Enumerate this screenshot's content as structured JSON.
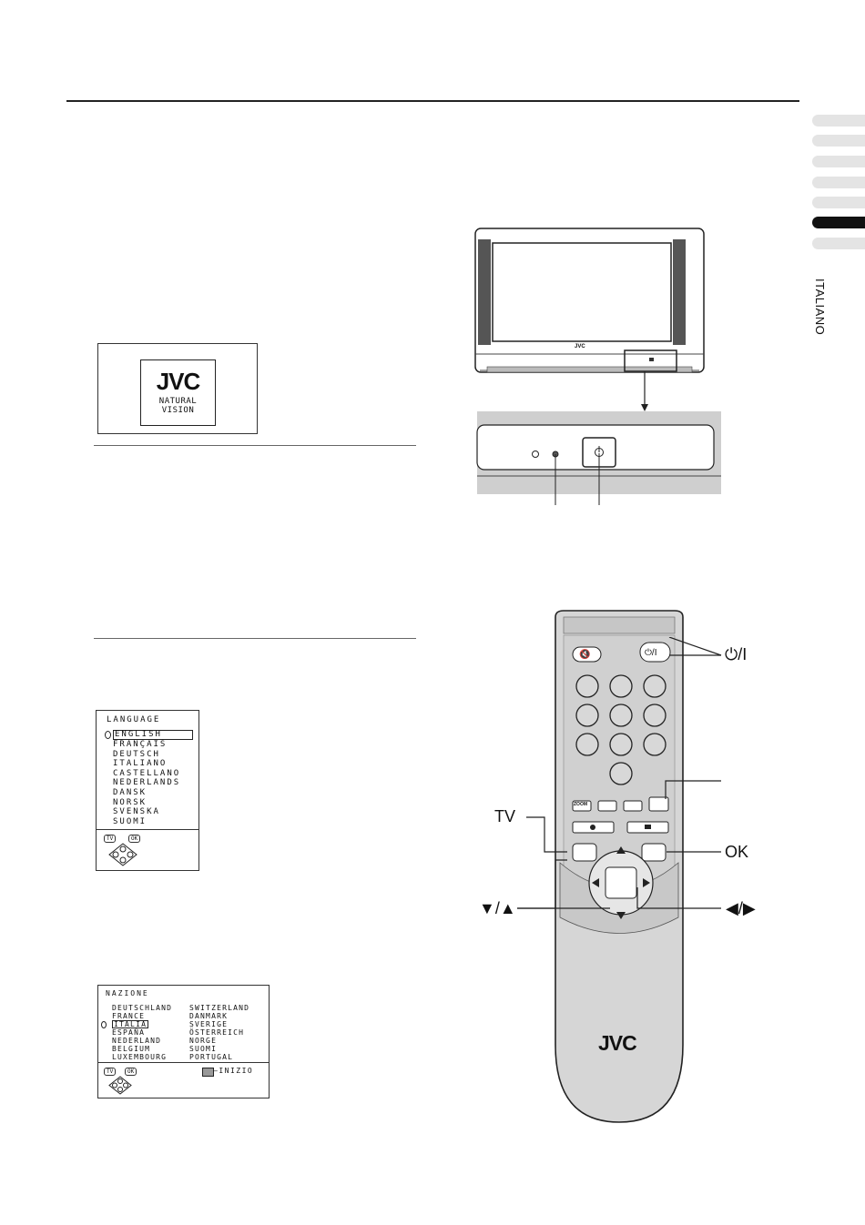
{
  "side_nav": {
    "language_label": "ITALIANO",
    "tabs": [
      "",
      "",
      "",
      "",
      "",
      "active",
      ""
    ]
  },
  "logo_screen": {
    "brand": "JVC",
    "tagline": "NATURAL VISION"
  },
  "tv": {
    "brand": "JVC"
  },
  "language_menu": {
    "title": "LANGUAGE",
    "items": [
      "ENGLISH",
      "FRANÇAIS",
      "DEUTSCH",
      "ITALIANO",
      "CASTELLANO",
      "NEDERLANDS",
      "DANSK",
      "NORSK",
      "SVENSKA",
      "SUOMI"
    ],
    "selected": "ENGLISH",
    "key_tv": "TV",
    "key_ok": "OK"
  },
  "country_menu": {
    "title": "NAZIONE",
    "col1": [
      "DEUTSCHLAND",
      "FRANCE",
      "ITALIA",
      "ESPAÑA",
      "NEDERLAND",
      "BELGIUM",
      "LUXEMBOURG"
    ],
    "col2": [
      "SWITZERLAND",
      "DANMARK",
      "SVERIGE",
      "ÖSTERREICH",
      "NORGE",
      "SUOMI",
      "PORTUGAL"
    ],
    "selected": "ITALIA",
    "key_tv": "TV",
    "key_ok": "OK",
    "start_label": "INIZIO"
  },
  "remote": {
    "brand": "JVC",
    "zoom_label": "ZOOM"
  },
  "callouts": {
    "power": "⏻/I",
    "tv": "TV",
    "ok": "OK",
    "up_down": "▼/▲",
    "left_right": "◀/▶"
  }
}
